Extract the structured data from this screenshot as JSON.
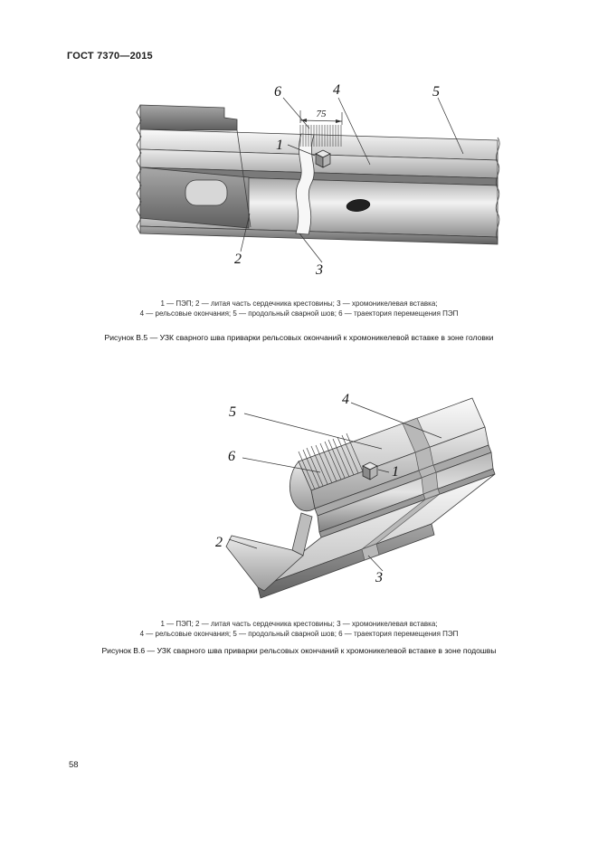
{
  "page": {
    "header": "ГОСТ 7370—2015",
    "number": "58"
  },
  "figure_b5": {
    "dimension": "75",
    "callouts": {
      "c1": "1",
      "c2": "2",
      "c3": "3",
      "c4": "4",
      "c5": "5",
      "c6": "6"
    },
    "legend_line1": "1 — ПЭП; 2 — литая часть сердечника крестовины; 3 — хромоникелевая вставка;",
    "legend_line2": "4 — рельсовые окончания; 5 — продольный сварной шов; 6 — траектория перемещения ПЭП",
    "caption": "Рисунок В.5 — УЗК сварного шва приварки рельсовых окончаний к хромоникелевой вставке в зоне головки"
  },
  "figure_b6": {
    "callouts": {
      "c1": "1",
      "c2": "2",
      "c3": "3",
      "c4": "4",
      "c5": "5",
      "c6": "6"
    },
    "legend_line1": "1 — ПЭП; 2 — литая часть сердечника крестовины; 3 — хромоникелевая вставка;",
    "legend_line2": "4 — рельсовые окончания; 5 — продольный сварной шов; 6 — траектория перемещения ПЭП",
    "caption": "Рисунок В.6 — УЗК сварного шва приварки рельсовых окончаний к хромоникелевой вставке в зоне подошвы"
  }
}
